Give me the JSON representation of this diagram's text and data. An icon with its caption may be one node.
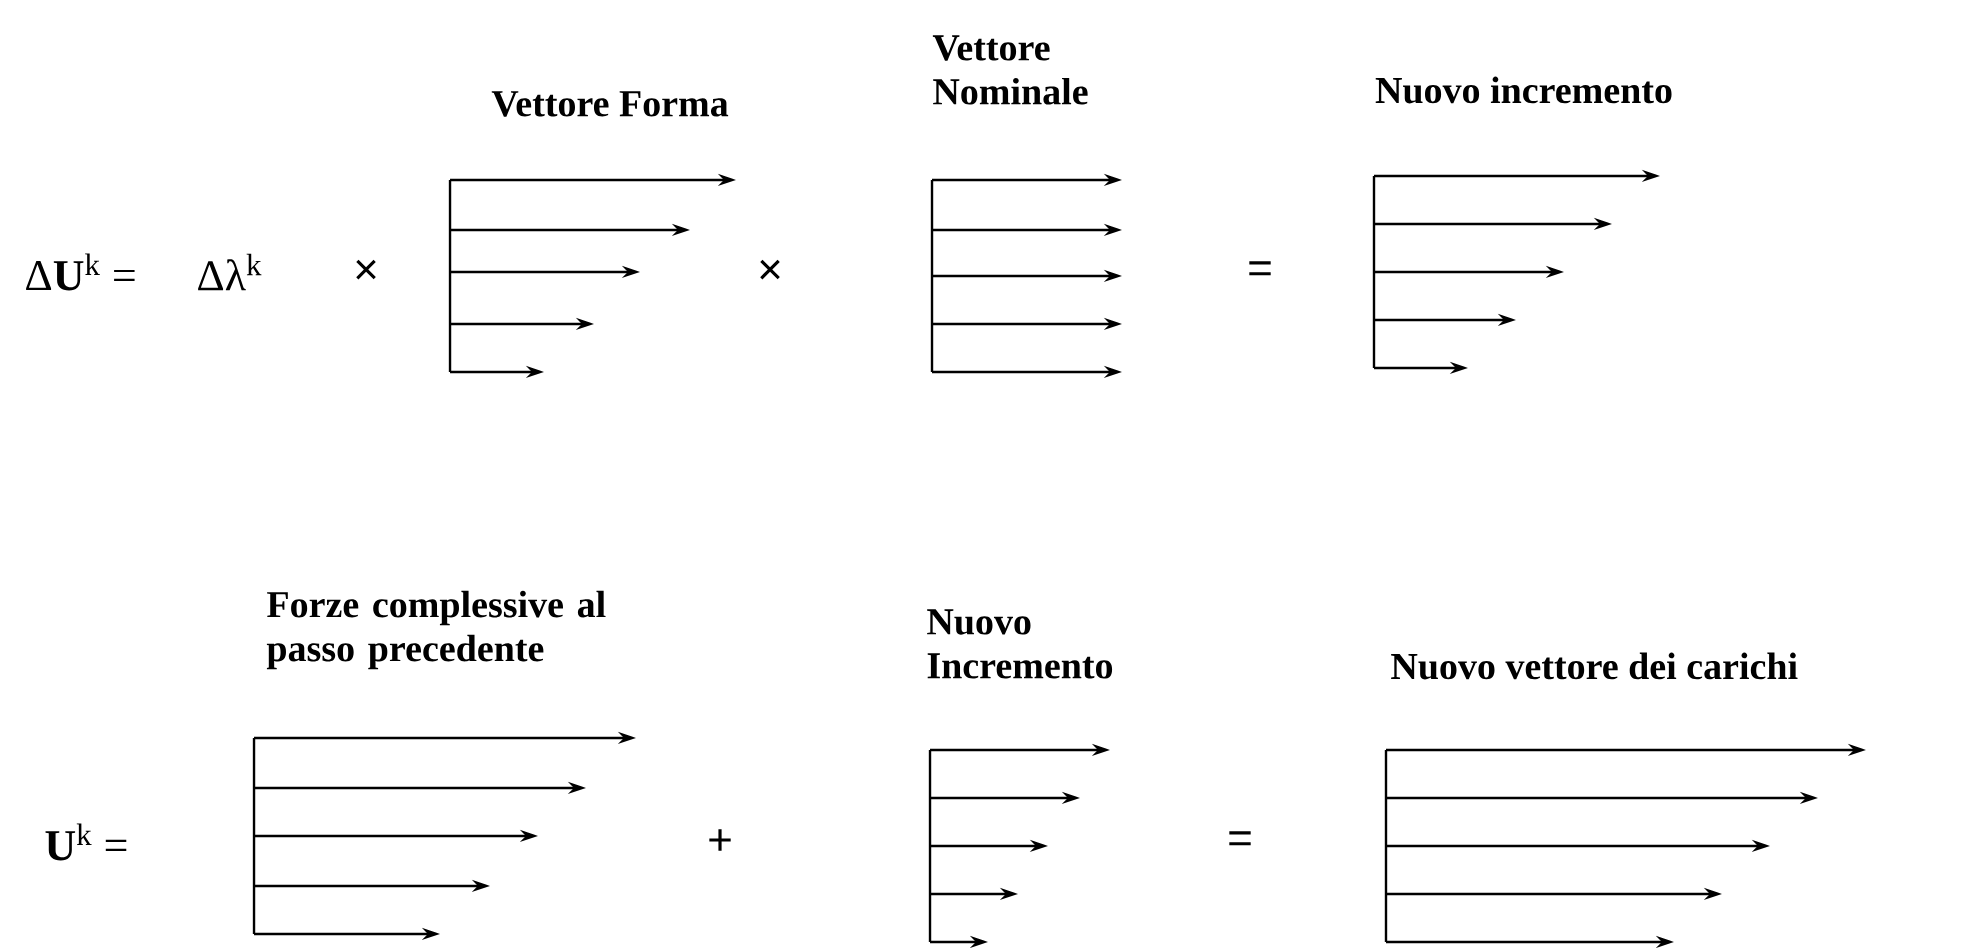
{
  "diagram": {
    "labels": [
      "Vettore Forma",
      "Vettore Nominale",
      "Nuovo incremento",
      "Δ**U**$^{k}$ =",
      "Δλ$^{k}$",
      "×",
      "×",
      "=",
      "Forze complessive al passo precedente",
      "Nuovo Incremento",
      "Nuovo vettore dei carichi",
      "**U**$^{k}$ =",
      "+",
      "="
    ]
  }
}
